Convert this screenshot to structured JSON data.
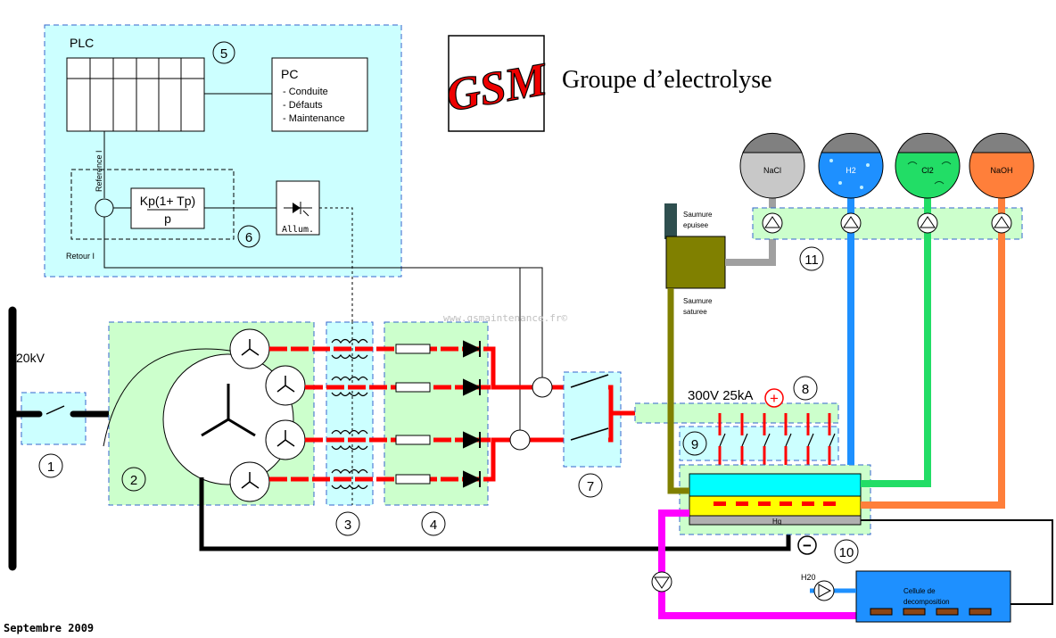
{
  "header": {
    "logo_text": "GSM",
    "title": "Groupe d’electrolyse",
    "watermark": "www.gsmaintenance.fr©",
    "date": "Septembre 2009"
  },
  "control": {
    "plc_label": "PLC",
    "pc_label": "PC",
    "pc_items": [
      "- Conduite",
      "- Défauts",
      "- Maintenance"
    ],
    "reference_label": "Reference I",
    "retour_label": "Retour I",
    "controller_line1": "Kp(1+ Tp)",
    "controller_line2": "p",
    "allum_label": "Allum."
  },
  "power": {
    "voltage_in": "20kV",
    "rating": "300V 25kA",
    "plus_sign": "+",
    "minus_sign": "−"
  },
  "tanks": [
    {
      "label": "NaCl",
      "color": "#c8c8c8"
    },
    {
      "label": "H2",
      "color": "#1e90ff"
    },
    {
      "label": "Cl2",
      "color": "#22dd66"
    },
    {
      "label": "NaOH",
      "color": "#ff7f3a"
    }
  ],
  "cell": {
    "saumure_epuisee": [
      "Saumure",
      "epuisee"
    ],
    "saumure_saturee": [
      "Saumure",
      "saturee"
    ],
    "hg_label": "Hg",
    "h2o_label": "H20",
    "decomposition_label": [
      "Cellule de",
      "decomposition"
    ]
  },
  "numbers": [
    "1",
    "2",
    "3",
    "4",
    "5",
    "6",
    "7",
    "8",
    "9",
    "10",
    "11"
  ],
  "colors": {
    "control_bg": "#ccffff",
    "power_bg": "#ccffcc",
    "dc_bus": "#ff0000",
    "h2_line": "#1e90ff",
    "cl2_line": "#22dd66",
    "naoh_line": "#ff7f3a",
    "brine": "#808000",
    "hg_loop": "#ff00ff",
    "decomp_cell": "#1e90ff"
  }
}
